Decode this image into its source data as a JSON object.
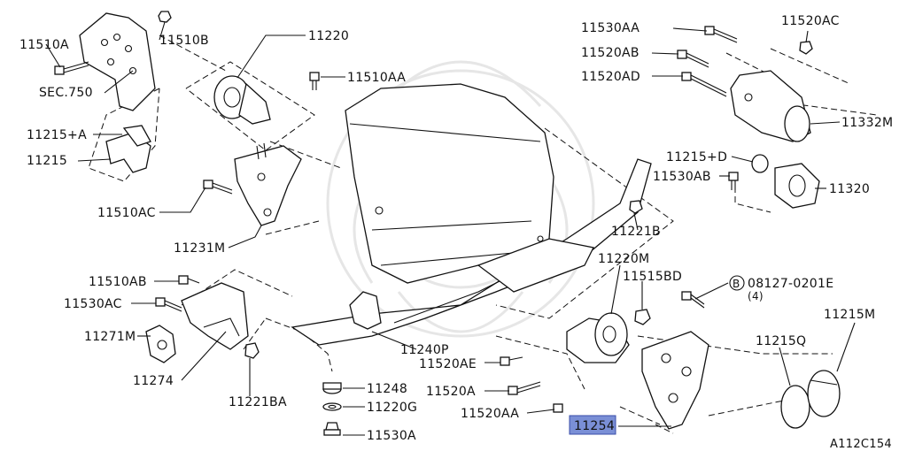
{
  "diagram_code": "A112C154",
  "highlight_color": "#7a8fd6",
  "labels": {
    "l11510A": "11510A",
    "l11510B": "11510B",
    "sec750": "SEC.750",
    "l11215A": "11215+A",
    "l11215": "11215",
    "l11220": "11220",
    "l11510AA": "11510AA",
    "l11510AC": "11510AC",
    "l11231M": "11231M",
    "l11510AB": "11510AB",
    "l11530AC": "11530AC",
    "l11271M": "11271M",
    "l11274": "11274",
    "l11221BA": "11221BA",
    "l11248": "11248",
    "l11220G": "11220G",
    "l11530A": "11530A",
    "l11240P": "11240P",
    "l11520AE": "11520AE",
    "l11520A": "11520A",
    "l11520AA": "11520AA",
    "l11254": "11254",
    "l11220M": "11220M",
    "l11515BD": "11515BD",
    "l08127": "08127-0201E",
    "l08127_qty": "(4)",
    "bolt_symbol": "B",
    "l11215M": "11215M",
    "l11215Q": "11215Q",
    "l11221B": "11221B",
    "l11530AA": "11530AA",
    "l11520AC": "11520AC",
    "l11520AB": "11520AB",
    "l11520AD": "11520AD",
    "l11332M": "11332M",
    "l11215D": "11215+D",
    "l11530AB": "11530AB",
    "l11320": "11320"
  }
}
